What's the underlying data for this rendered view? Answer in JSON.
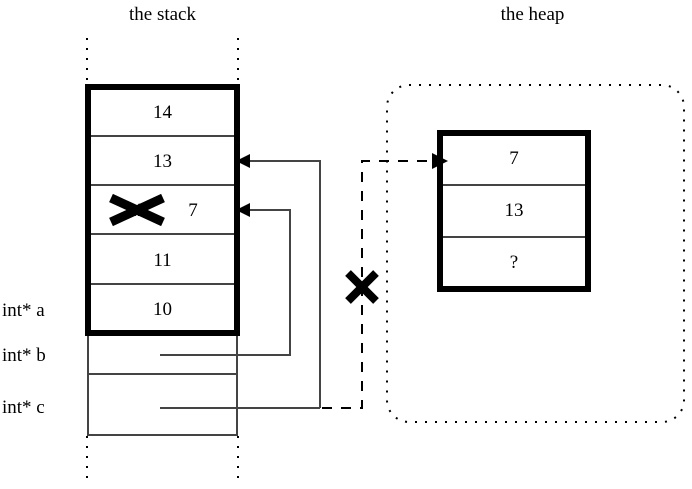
{
  "titles": {
    "stack": "the stack",
    "heap": "the heap"
  },
  "colors": {
    "ink": "#000000",
    "background": "#ffffff",
    "thin_rule": "#444444"
  },
  "stack": {
    "cells": [
      {
        "value": "14",
        "name": "stack-cell-14"
      },
      {
        "value": "13",
        "name": "stack-cell-13"
      },
      {
        "value": "12",
        "struck": true,
        "replacement": "7",
        "name": "stack-cell-12-struck"
      },
      {
        "value": "11",
        "name": "stack-cell-11"
      },
      {
        "value": "10",
        "name": "stack-cell-10"
      }
    ],
    "struck_old_value": "12",
    "struck_new_value": "7",
    "variables": [
      {
        "label": "int* a",
        "name": "var-label-a"
      },
      {
        "label": "int* b",
        "name": "var-label-b"
      },
      {
        "label": "int* c",
        "name": "var-label-c"
      }
    ]
  },
  "heap": {
    "cells": [
      {
        "value": "7",
        "name": "heap-cell-7"
      },
      {
        "value": "13",
        "name": "heap-cell-13"
      },
      {
        "value": "?",
        "name": "heap-cell-unknown"
      }
    ]
  },
  "annotations": {
    "struck_pointer_mark": "X",
    "struck_value_mark": "X"
  }
}
